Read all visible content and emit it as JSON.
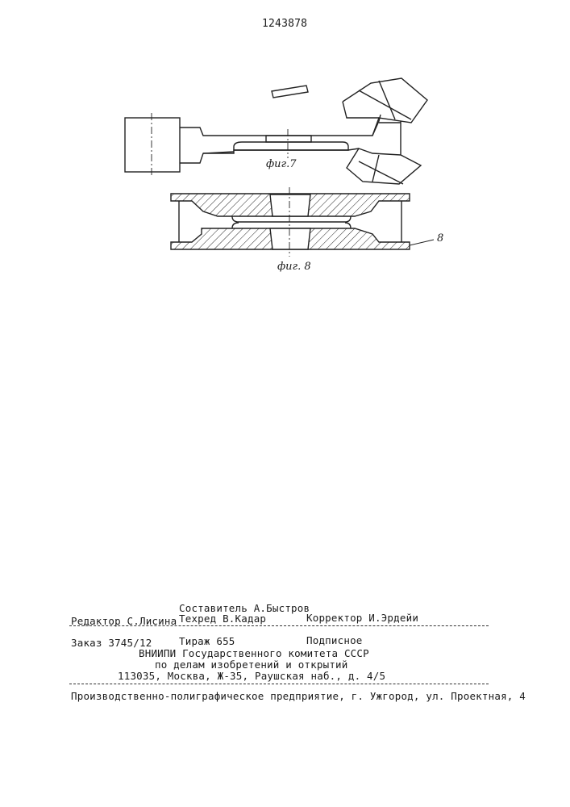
{
  "patent_number": "1243878",
  "figures": {
    "fig7_label": "фиг.7",
    "fig8_label": "фиг. 8",
    "fig8_callout": "8"
  },
  "colophon": {
    "compiler": "Составитель А.Быстров",
    "editor": "Редактор С.Лисина",
    "techred": "Техред В.Кадар",
    "corrector": "Корректор И.Эрдейи",
    "order": "Заказ 3745/12",
    "circulation": "Тираж 655",
    "subscription": "Подписное",
    "institute": "ВНИИПИ Государственного комитета СССР",
    "institute_line2": "по делам изобретений и открытий",
    "address": "113035, Москва, Ж-35, Раушская наб., д. 4/5",
    "printer": "Производственно-полиграфическое предприятие, г. Ужгород, ул. Проектная, 4"
  }
}
